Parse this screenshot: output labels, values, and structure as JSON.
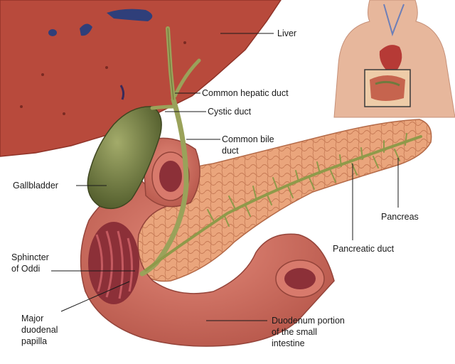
{
  "labels": {
    "liver": "Liver",
    "common_hepatic_duct": "Common hepatic duct",
    "cystic_duct": "Cystic duct",
    "common_bile_duct": "Common bile\nduct",
    "gallbladder": "Gallbladder",
    "pancreas": "Pancreas",
    "pancreatic_duct": "Pancreatic duct",
    "sphincter_of_oddi": "Sphincter\nof Oddi",
    "major_duodenal_papilla": "Major\nduodenal\npapilla",
    "duodenum": "Duodenum portion\nof the small\nintestine"
  },
  "colors": {
    "liver": "#b84a3c",
    "gallbladder": "#6f7a3e",
    "bile_duct": "#9aa25a",
    "pancreas": "#e9a27a",
    "duodenum": "#cf6a5a",
    "duodenum_lumen": "#8c3038",
    "leader_line": "#1a1a1a"
  },
  "icons": {
    "inset": "torso-inset-icon"
  }
}
